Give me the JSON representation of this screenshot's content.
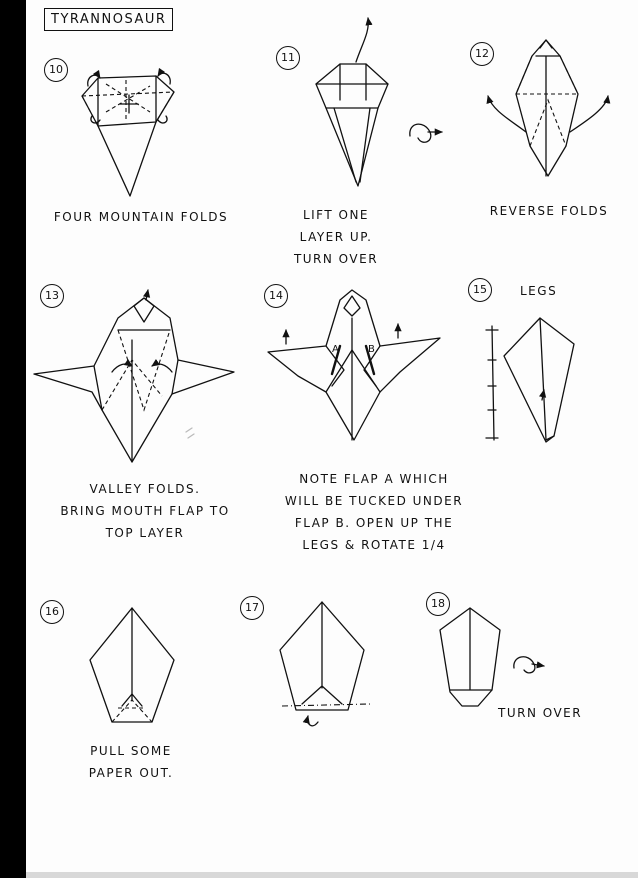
{
  "title": "TYRANNOSAUR",
  "steps": [
    {
      "number": "10",
      "caption": [
        "FOUR  MOUNTAIN FOLDS"
      ]
    },
    {
      "number": "11",
      "caption": [
        "LIFT ONE",
        "LAYER UP.",
        "TURN OVER"
      ]
    },
    {
      "number": "12",
      "caption": [
        "REVERSE  FOLDS"
      ]
    },
    {
      "number": "13",
      "caption": [
        "VALLEY  FOLDS.",
        "BRING  MOUTH FLAP TO",
        "TOP LAYER"
      ]
    },
    {
      "number": "14",
      "caption": [
        "NOTE FLAP A WHICH",
        "WILL BE TUCKED UNDER",
        "FLAP B.  OPEN UP THE",
        "LEGS  &  ROTATE  1/4"
      ],
      "flap_labels": [
        "A",
        "B"
      ]
    },
    {
      "number": "15",
      "caption": [],
      "heading": "LEGS"
    },
    {
      "number": "16",
      "caption": [
        "PULL SOME",
        "PAPER OUT."
      ]
    },
    {
      "number": "17",
      "caption": []
    },
    {
      "number": "18",
      "caption": [
        "TURN OVER"
      ]
    }
  ],
  "icons": [
    "turn-over-arrow-icon",
    "lift-arrow-icon",
    "reverse-fold-arrow-icon",
    "fold-arrow-icon"
  ]
}
